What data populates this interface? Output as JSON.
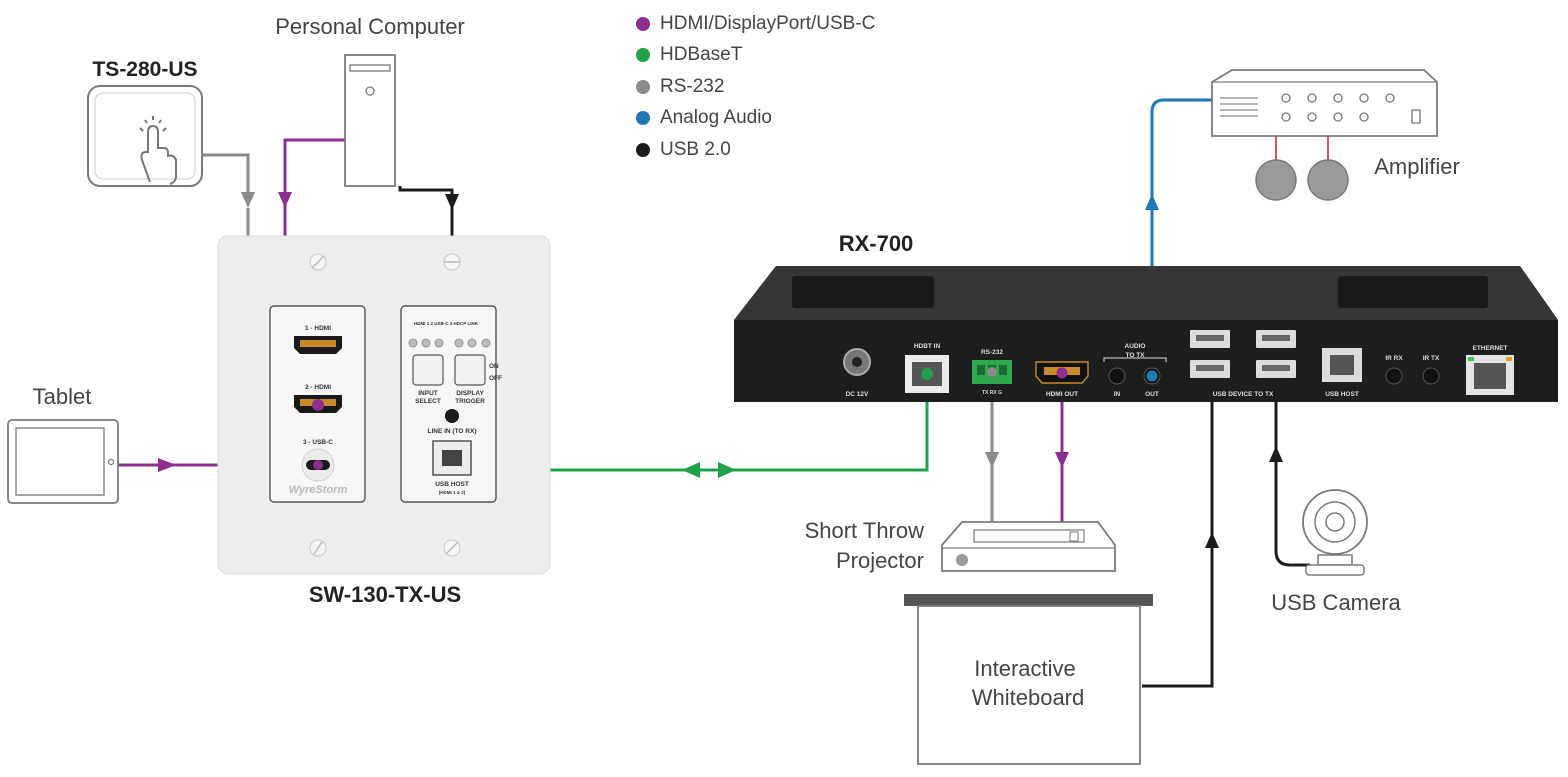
{
  "colors": {
    "hdmi": "#8e2f8f",
    "hdbaset": "#1fa14a",
    "rs232": "#8a8a8a",
    "audio": "#1f78b4",
    "usb": "#1c1c1c"
  },
  "legend": [
    {
      "label": "HDMI/DisplayPort/USB-C",
      "color": "#8e2f8f"
    },
    {
      "label": "HDBaseT",
      "color": "#1fa14a"
    },
    {
      "label": "RS-232",
      "color": "#8a8a8a"
    },
    {
      "label": "Analog Audio",
      "color": "#1f78b4"
    },
    {
      "label": "USB 2.0",
      "color": "#1c1c1c"
    }
  ],
  "devices": {
    "touch_panel": "TS-280-US",
    "pc": "Personal Computer",
    "tablet": "Tablet",
    "wallplate": "SW-130-TX-US",
    "receiver": "RX-700",
    "amplifier": "Amplifier",
    "projector_line1": "Short Throw",
    "projector_line2": "Projector",
    "whiteboard_line1": "Interactive",
    "whiteboard_line2": "Whiteboard",
    "camera": "USB Camera"
  },
  "wallplate_panel": {
    "port1": "1 - HDMI",
    "port2": "2 - HDMI",
    "port3": "3 - USB-C",
    "brand": "WyreStorm",
    "led_labels": "HDMI 1 2 USB-C 3 HDCP LINK",
    "input_select_1": "INPUT",
    "input_select_2": "SELECT",
    "display_trigger_1": "DISPLAY",
    "display_trigger_2": "TRIGGER",
    "on": "ON",
    "off": "OFF",
    "line_in": "LINE IN (TO RX)",
    "usb_host": "USB HOST",
    "usb_host_sub": "(HDMI 1 & 2)"
  },
  "rx_panel": {
    "dc": "DC 12V",
    "hdbt_in": "HDBT IN",
    "rs232": "RS-232",
    "rs232_pins": "TX  RX  G",
    "hdmi_out": "HDMI OUT",
    "audio_to_tx_1": "AUDIO",
    "audio_to_tx_2": "TO TX",
    "audio_in": "IN",
    "audio_out": "OUT",
    "usb_device": "USB DEVICE TO TX",
    "usb_host": "USB HOST",
    "ir_rx": "IR RX",
    "ir_tx": "IR TX",
    "ethernet": "ETHERNET"
  }
}
